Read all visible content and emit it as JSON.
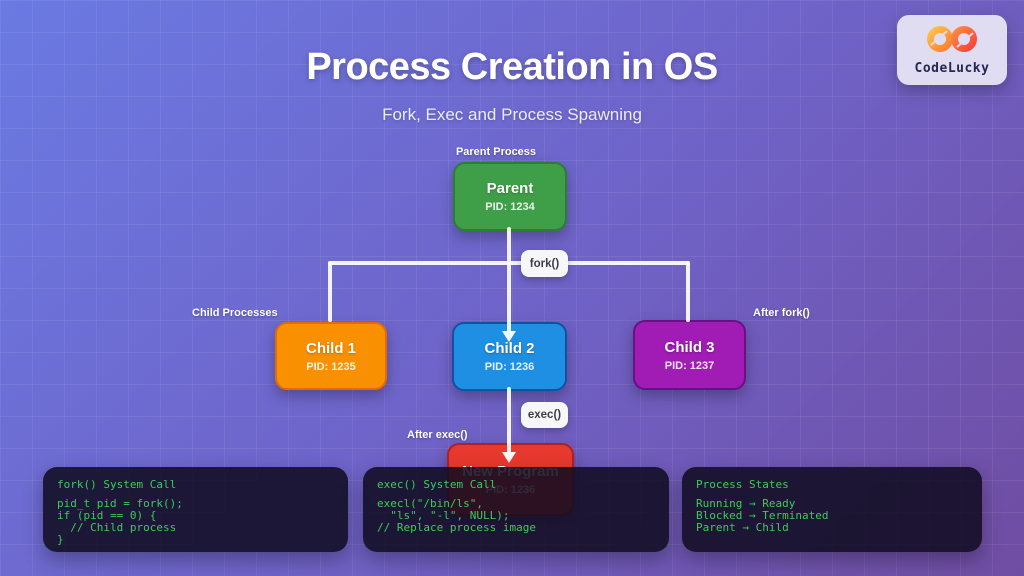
{
  "header": {
    "title": "Process Creation in OS",
    "subtitle": "Fork, Exec and Process Spawning"
  },
  "logo": {
    "text": "CodeLucky"
  },
  "diagram": {
    "labels": {
      "parent": "Parent Process",
      "children": "Child Processes",
      "after_fork": "After fork()",
      "after_exec": "After exec()"
    },
    "pills": {
      "fork": "fork()",
      "exec": "exec()"
    },
    "nodes": [
      {
        "id": "parent",
        "title": "Parent",
        "pid": "PID: 1234",
        "fill": "#3f9e48",
        "border": "#2e7d32"
      },
      {
        "id": "child1",
        "title": "Child 1",
        "pid": "PID: 1235",
        "fill": "#f99002",
        "border": "#e66a00"
      },
      {
        "id": "child2",
        "title": "Child 2",
        "pid": "PID: 1236",
        "fill": "#1f8fe3",
        "border": "#1450a0"
      },
      {
        "id": "child3",
        "title": "Child 3",
        "pid": "PID: 1237",
        "fill": "#a11cb5",
        "border": "#6a0f86"
      },
      {
        "id": "new-program",
        "title": "New Program",
        "pid": "PID: 1236",
        "fill": "#e8392f",
        "border": "#b02020"
      }
    ]
  },
  "panels": [
    {
      "title": "fork() System Call",
      "lines": [
        "pid_t pid = fork();",
        "if (pid == 0) {",
        "  // Child process",
        "}"
      ]
    },
    {
      "title": "exec() System Call",
      "lines": [
        "execl(\"/bin/ls\",",
        "  \"ls\", \"-l\", NULL);",
        "// Replace process image"
      ]
    },
    {
      "title": "Process States",
      "lines": [
        "Running → Ready",
        "Blocked → Terminated",
        "Parent → Child"
      ]
    }
  ],
  "colors": {
    "bg_from": "#6a7ae2",
    "bg_to": "#6f4da2",
    "panel_text": "#3ecb58",
    "connector": "#ffffff",
    "logo_card_bg": "#e0ddf3",
    "logo_text": "#232852"
  }
}
